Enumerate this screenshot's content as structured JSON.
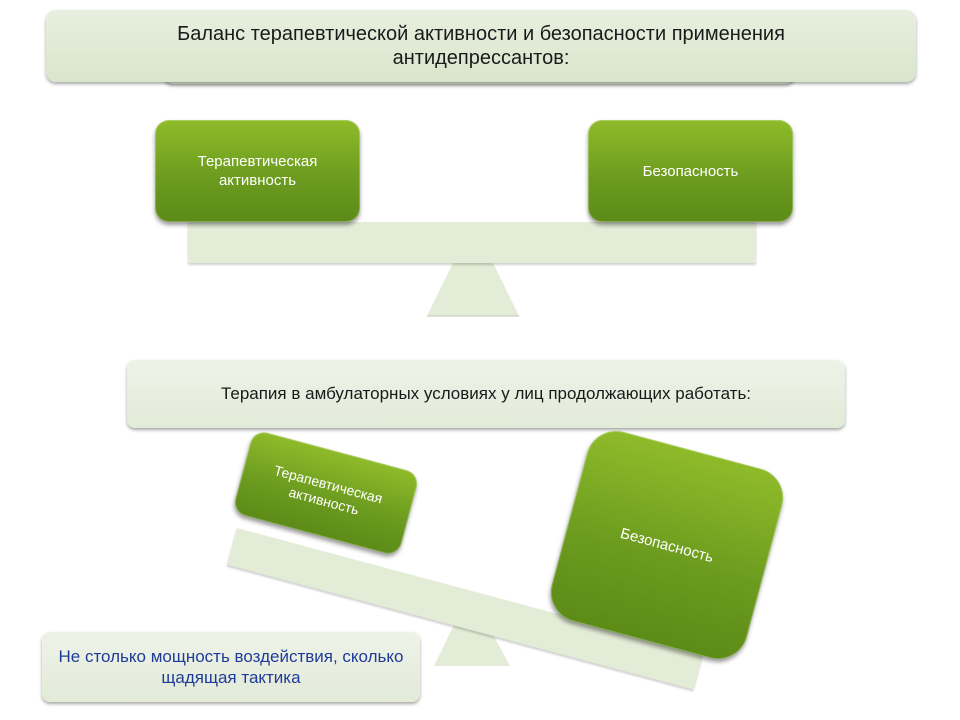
{
  "header": {
    "title": "Баланс терапевтической активности и безопасности применения антидепрессантов:"
  },
  "scale_top": {
    "left_label": "Терапевтическая активность",
    "right_label": "Безопасность"
  },
  "middle": {
    "label": "Терапия в амбулаторных условиях у лиц продолжающих работать:"
  },
  "scale_bottom": {
    "left_label": "Терапевтическая активность",
    "right_label": "Безопасность"
  },
  "note": {
    "text": "Не столько мощность воздействия, сколько щадящая тактика"
  },
  "colors": {
    "box_green": "#6a9a1e",
    "beam_light": "#e3ecd6",
    "banner_light": "#dfe8d2",
    "note_text": "#1f3b9a"
  }
}
